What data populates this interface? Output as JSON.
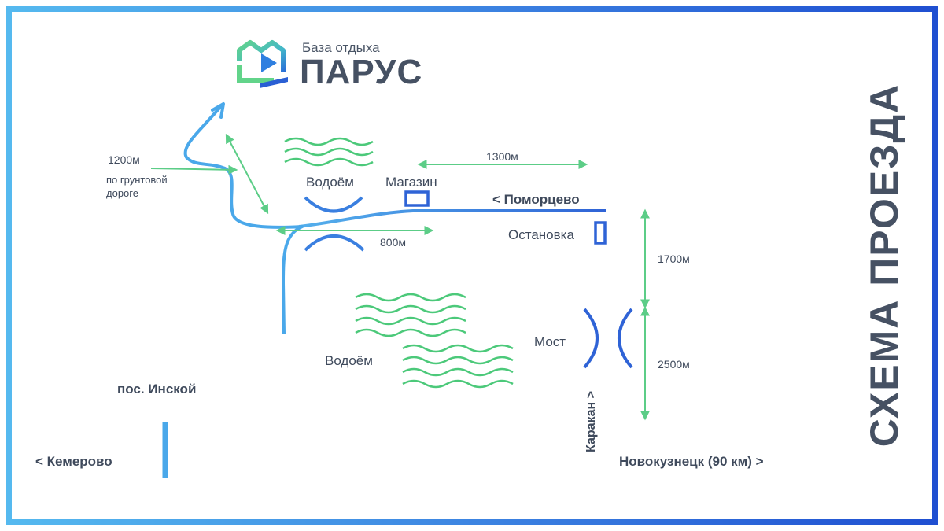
{
  "logo": {
    "subtitle": "База отдыха",
    "name": "ПАРУС"
  },
  "title": "СХЕМА ПРОЕЗДА",
  "roads": {
    "kemerovo": "< Кемерово",
    "novokuznetsk": "Новокузнецк (90 км)  >",
    "pomortsevo": "<  Поморцево",
    "karakan": "Каракан  >"
  },
  "places": {
    "inskoy": "пос. Инской",
    "shop": "Магазин",
    "stop": "Остановка",
    "bridge": "Мост",
    "pond_top": "Водоём",
    "pond_bottom": "Водоём"
  },
  "distances": {
    "d1200": "1200м",
    "dirt_road_1": "по грунтовой",
    "dirt_road_2": "дороге",
    "d1300": "1300м",
    "d800": "800м",
    "d1700": "1700м",
    "d2500": "2500м"
  },
  "colors": {
    "road_light": "#55b9ef",
    "road_dark": "#1f4fd1",
    "water_wave": "#4cc97a",
    "distance_marker": "#5ccd87",
    "text": "#3f4a5c"
  }
}
